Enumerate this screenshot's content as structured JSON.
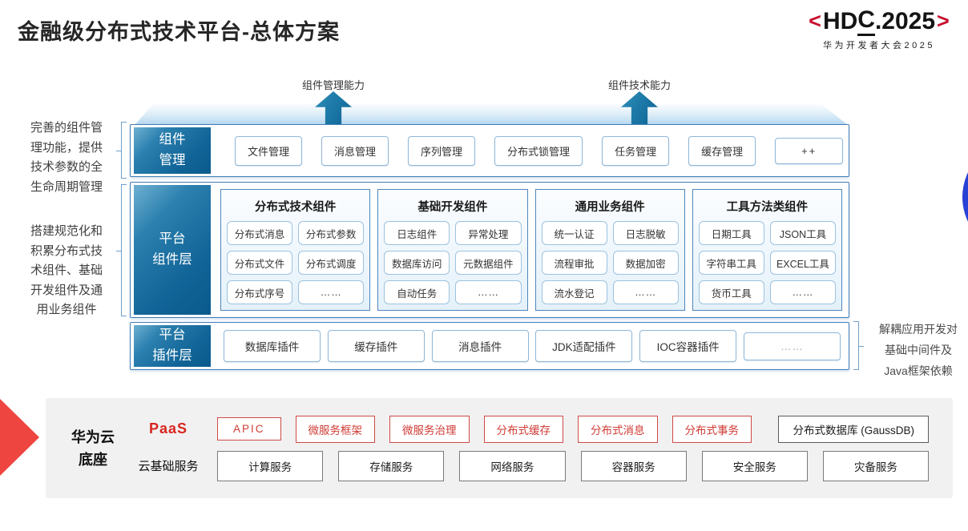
{
  "title": "金融级分布式技术平台-总体方案",
  "logo": {
    "left_bracket": "<",
    "hdc_pre": "HD",
    "hdc_c": "C",
    "hdc_post": ".2025",
    "right_bracket": ">",
    "subtitle": "华为开发者大会2025"
  },
  "annotations": {
    "arrow_left_label": "组件管理能力",
    "arrow_right_label": "组件技术能力",
    "left_top": "完善的组件管\n理功能，提供\n技术参数的全\n生命周期管理",
    "left_bottom": "搭建规范化和\n积累分布式技\n术组件、基础\n开发组件及通\n用业务组件",
    "right": "解耦应用开发对\n基础中间件及\nJava框架依赖"
  },
  "component_mgmt": {
    "label": "组件\n管理",
    "items": [
      "文件管理",
      "消息管理",
      "序列管理",
      "分布式锁管理",
      "任务管理",
      "缓存管理",
      "++"
    ]
  },
  "platform_layer": {
    "label": "平台\n组件层",
    "columns": [
      {
        "title": "分布式技术组件",
        "items": [
          "分布式消息",
          "分布式参数",
          "分布式文件",
          "分布式调度",
          "分布式序号",
          "……"
        ]
      },
      {
        "title": "基础开发组件",
        "items": [
          "日志组件",
          "异常处理",
          "数据库访问",
          "元数据组件",
          "自动任务",
          "……"
        ]
      },
      {
        "title": "通用业务组件",
        "items": [
          "统一认证",
          "日志脱敏",
          "流程审批",
          "数据加密",
          "流水登记",
          "……"
        ]
      },
      {
        "title": "工具方法类组件",
        "items": [
          "日期工具",
          "JSON工具",
          "字符串工具",
          "EXCEL工具",
          "货币工具",
          "……"
        ]
      }
    ]
  },
  "plugin_layer": {
    "label": "平台\n插件层",
    "items": [
      "数据库插件",
      "缓存插件",
      "消息插件",
      "JDK适配插件",
      "IOC容器插件",
      "……"
    ]
  },
  "cloud_base": {
    "label": "华为云\n底座",
    "paas_label": "PaaS",
    "paas_items": [
      "APIC",
      "微服务框架",
      "微服务治理",
      "分布式缓存",
      "分布式消息",
      "分布式事务"
    ],
    "paas_db_item": "分布式数据库 (GaussDB)",
    "iaas_label": "云基础服务",
    "iaas_items": [
      "计算服务",
      "存储服务",
      "网络服务",
      "容器服务",
      "安全服务",
      "灾备服务"
    ]
  },
  "colors": {
    "accent_teal": "#13648f",
    "brand_red": "#c8102e",
    "chip_red": "#d03c35",
    "border_blue": "#3f7cb5",
    "blue_circle": "#2742d4"
  }
}
